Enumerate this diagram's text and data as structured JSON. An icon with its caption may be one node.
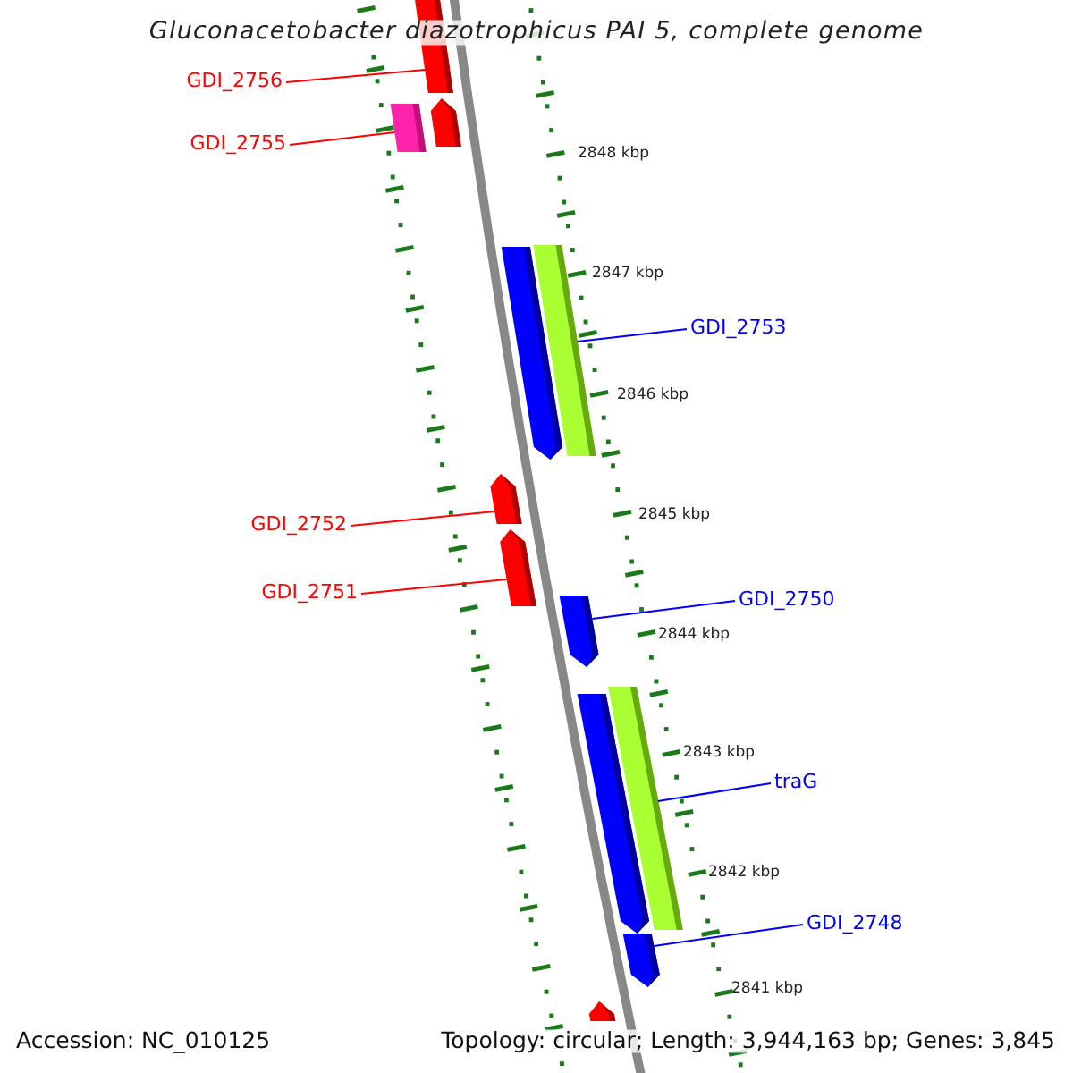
{
  "diagram": {
    "title": "Gluconacetobacter diazotrophicus PAI 5, complete genome",
    "nodes": [
      {
        "text": [],
        "shape": "arrow"
      },
      {
        "text": [
          "GDI_2756"
        ]
      },
      {
        "text": [],
        "shape": "arrow"
      },
      {
        "text": [],
        "shape": "arrow"
      },
      {
        "text": [
          "GDI_2755"
        ]
      },
      {
        "text": [],
        "shape": "arrow"
      },
      {
        "text": [],
        "shape": "arrow"
      },
      {
        "text": [
          "GDI_2753"
        ]
      },
      {
        "text": [],
        "shape": "arrow"
      },
      {
        "text": [
          "GDI_2752"
        ]
      },
      {
        "text": [],
        "shape": "arrow"
      },
      {
        "text": [
          "GDI_2751"
        ]
      },
      {
        "text": [],
        "shape": "arrow"
      },
      {
        "text": [
          "GDI_2750"
        ]
      },
      {
        "text": [],
        "shape": "arrow"
      },
      {
        "text": [],
        "shape": "arrow"
      },
      {
        "text": [
          "traG"
        ]
      },
      {
        "text": [
          "GDI_2748"
        ]
      },
      {
        "text": [],
        "shape": "arrow"
      },
      {
        "text": [],
        "shape": "arrow"
      }
    ],
    "edges": [
      {
        "from": 1,
        "to": 0,
        "arrow": "none",
        "color": "#ff0000"
      },
      {
        "from": 4,
        "to": 2,
        "arrow": "none",
        "color": "#ff0000"
      },
      {
        "from": 7,
        "to": 6,
        "arrow": "none",
        "color": "#0000ff"
      },
      {
        "from": 9,
        "to": 8,
        "arrow": "none",
        "color": "#ff0000"
      },
      {
        "from": 11,
        "to": 10,
        "arrow": "none",
        "color": "#ff0000"
      },
      {
        "from": 13,
        "to": 12,
        "arrow": "none",
        "color": "#0000ff"
      },
      {
        "from": 16,
        "to": 15,
        "arrow": "none",
        "color": "#0000ff"
      },
      {
        "from": 17,
        "to": 18,
        "arrow": "none",
        "color": "#0000ff"
      }
    ],
    "labels": [
      "2848 kbp",
      "2847 kbp",
      "2846 kbp",
      "2845 kbp",
      "2844 kbp",
      "2843 kbp",
      "2842 kbp",
      "2841 kbp",
      "Accession: NC_010125",
      "Topology: circular; Length: 3,944,163 bp; Genes: 3,845"
    ]
  }
}
